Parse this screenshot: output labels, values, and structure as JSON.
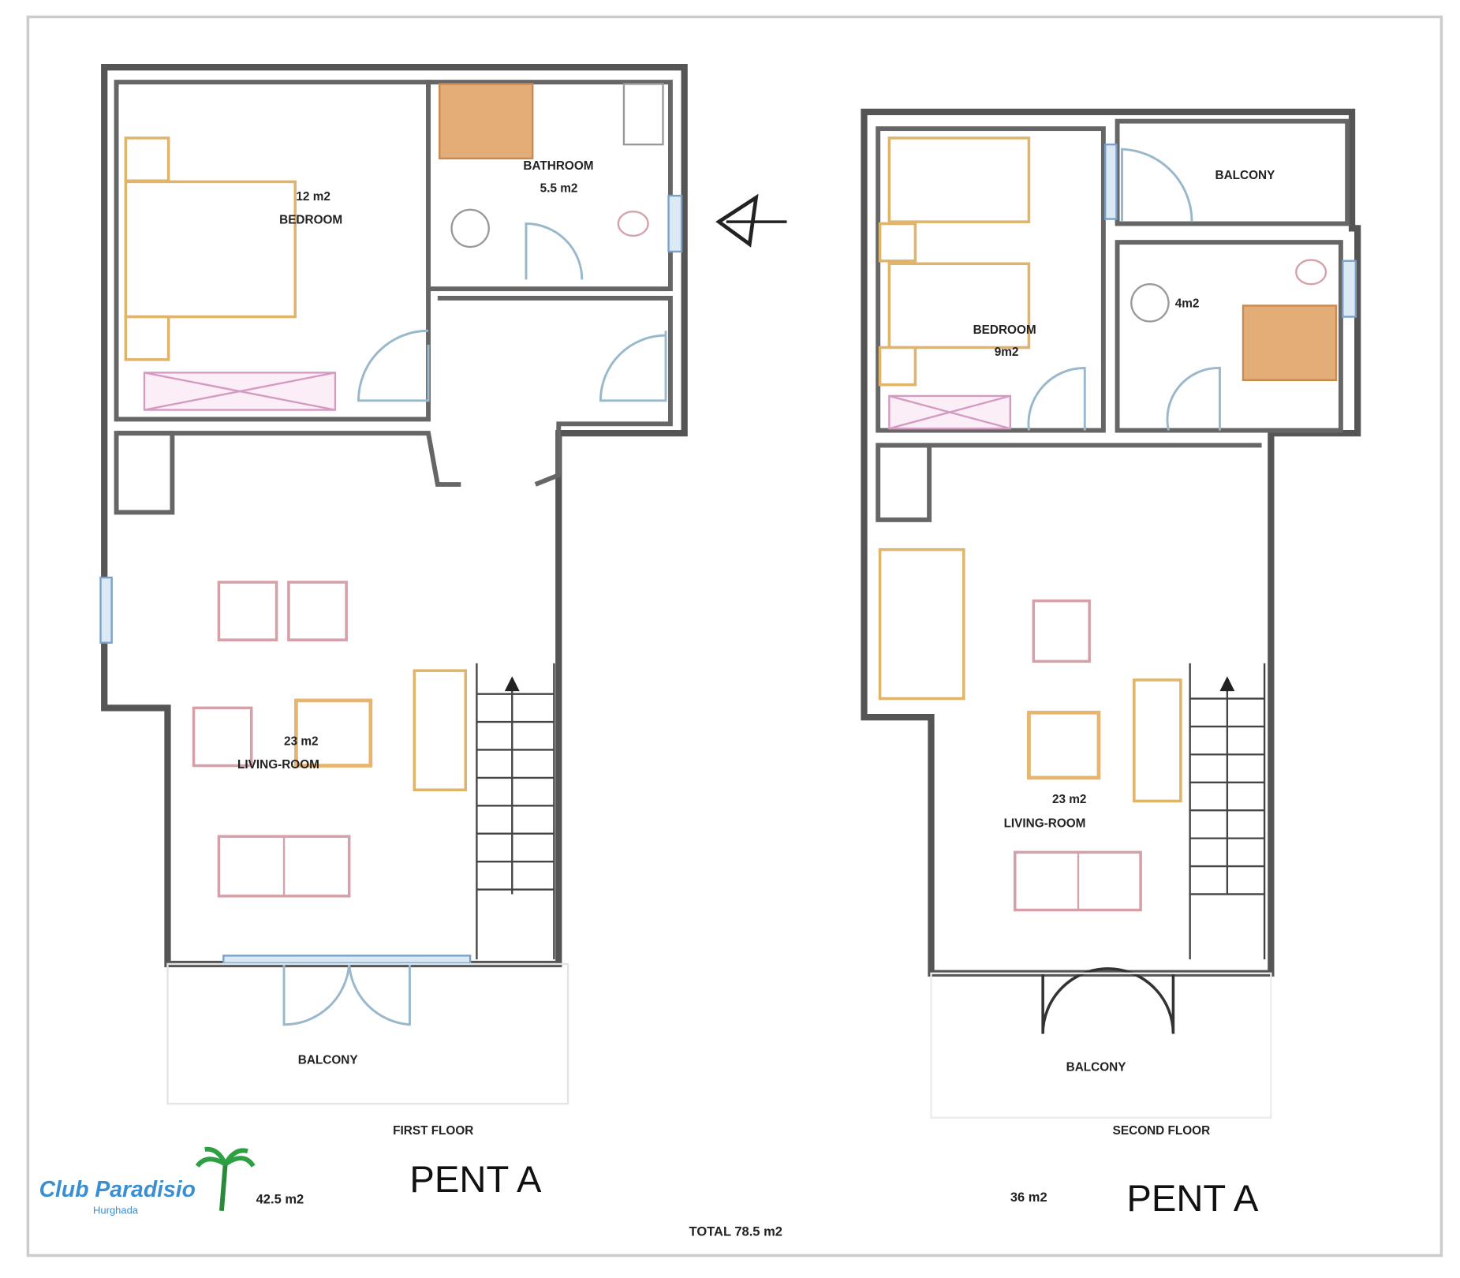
{
  "first_floor": {
    "bedroom": {
      "area": "12 m2",
      "label": "BEDROOM"
    },
    "bathroom": {
      "label": "BATHROOM",
      "area": "5.5 m2"
    },
    "living_room": {
      "area": "23 m2",
      "label": "LIVING-ROOM"
    },
    "balcony": "BALCONY",
    "floor_label": "FIRST FLOOR",
    "unit": "PENT A",
    "total_area": "42.5 m2"
  },
  "second_floor": {
    "balcony_top": "BALCONY",
    "bathroom_area": "4m2",
    "bedroom": {
      "label": "BEDROOM",
      "area": "9m2"
    },
    "living_room": {
      "area": "23 m2",
      "label": "LIVING-ROOM"
    },
    "balcony": "BALCONY",
    "floor_label": "SECOND FLOOR",
    "unit": "PENT A",
    "total_area": "36 m2"
  },
  "total": "TOTAL 78.5 m2",
  "logo": {
    "name": "Club Paradisio",
    "tagline": "Hurghada"
  },
  "colors": {
    "wall": "#555555",
    "tile": "#e3ad78",
    "door": "#9ab8cc"
  }
}
